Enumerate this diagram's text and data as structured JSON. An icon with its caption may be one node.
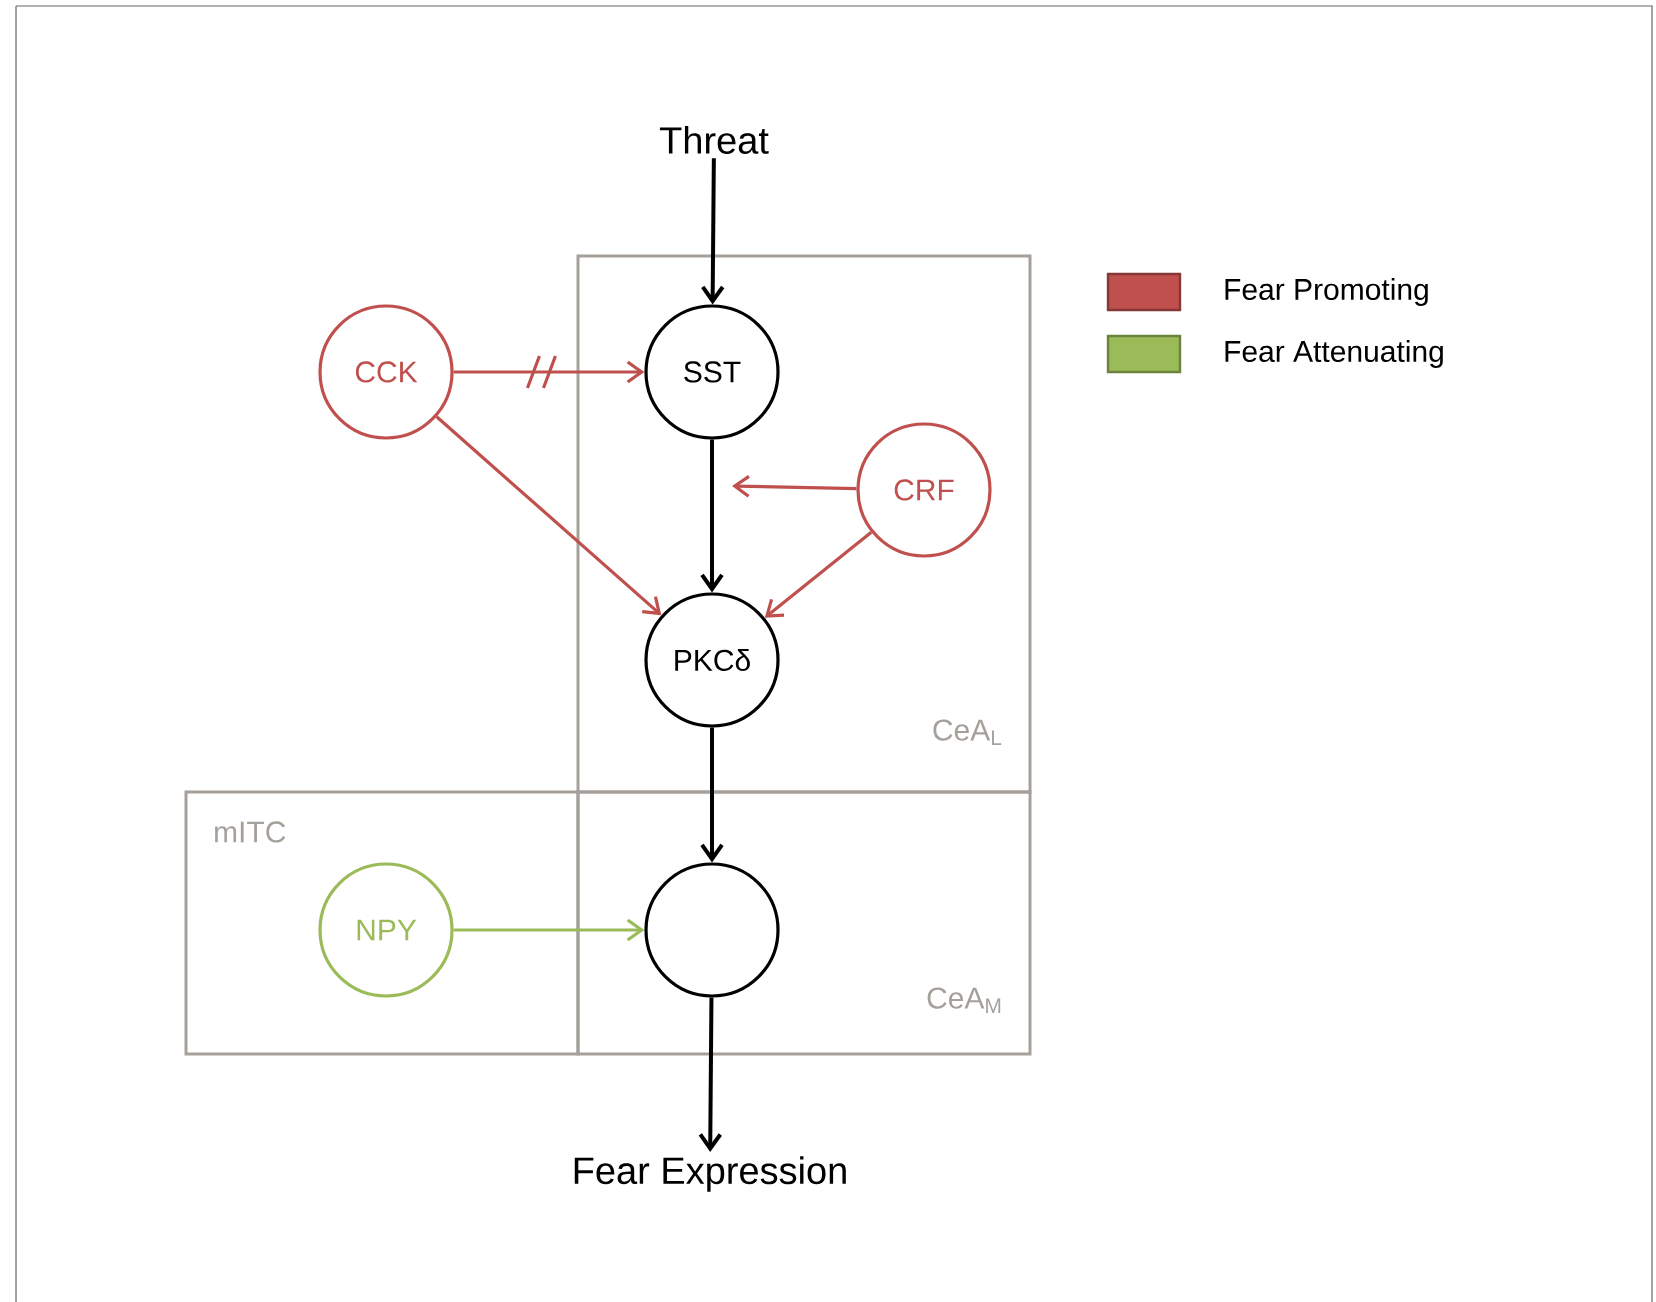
{
  "diagram": {
    "nodes": [
      {
        "text": [
          "Threat"
        ]
      },
      {
        "text": [
          "CeA$_{L}$"
        ]
      },
      {
        "text": [
          "SST"
        ],
        "in": 1
      },
      {
        "text": [
          "CRF"
        ],
        "in": 1
      },
      {
        "text": [
          "PKCδ"
        ],
        "in": 1
      },
      {
        "text": [
          "mITC"
        ]
      },
      {
        "text": [
          "NPY"
        ],
        "in": 5
      },
      {
        "text": [
          "CeA$_{M}$"
        ]
      },
      {
        "text": [],
        "shape": "circle",
        "in": 7
      },
      {
        "text": [
          "CCK"
        ]
      },
      {
        "text": [
          "Fear Expression"
        ]
      }
    ],
    "edges": [
      {
        "from": 0,
        "to": 2,
        "arrow": "to"
      },
      {
        "from": 2,
        "to": 4,
        "arrow": "to"
      },
      {
        "from": 4,
        "to": 8,
        "arrow": "to"
      },
      {
        "from": 8,
        "to": 10,
        "arrow": "to"
      },
      {
        "from": 9,
        "to": 2,
        "arrow": "to",
        "color": "#c0504d"
      },
      {
        "from": 9,
        "to": 4,
        "arrow": "to",
        "color": "#c0504d"
      },
      {
        "from": 3,
        "to": null,
        "arrow": "to",
        "color": "#c0504d"
      },
      {
        "from": 3,
        "to": 4,
        "arrow": "to",
        "color": "#c0504d"
      },
      {
        "from": 6,
        "to": 8,
        "arrow": "to",
        "color": "#9bbb59"
      }
    ],
    "legend": [
      {
        "text": "Fear Promoting",
        "color": "#c0504d"
      },
      {
        "text": "Fear Attenuating",
        "color": "#9bbb59"
      }
    ]
  }
}
